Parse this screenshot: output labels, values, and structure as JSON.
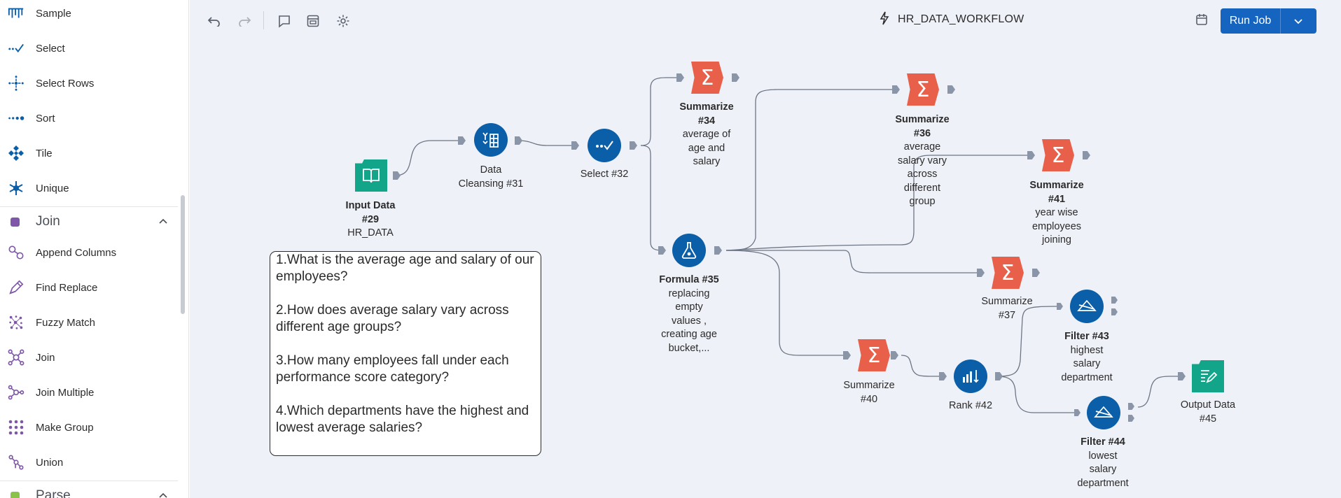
{
  "sidebar": {
    "items": [
      {
        "label": "Sample",
        "icon": "sample-icon"
      },
      {
        "label": "Select",
        "icon": "select-icon"
      },
      {
        "label": "Select Rows",
        "icon": "select-rows-icon"
      },
      {
        "label": "Sort",
        "icon": "sort-icon"
      },
      {
        "label": "Tile",
        "icon": "tile-icon"
      },
      {
        "label": "Unique",
        "icon": "unique-icon"
      }
    ],
    "join_group": {
      "label": "Join",
      "color": "#7e57a8",
      "items": [
        {
          "label": "Append Columns",
          "icon": "append-columns-icon"
        },
        {
          "label": "Find Replace",
          "icon": "find-replace-icon"
        },
        {
          "label": "Fuzzy Match",
          "icon": "fuzzy-match-icon"
        },
        {
          "label": "Join",
          "icon": "join-icon"
        },
        {
          "label": "Join Multiple",
          "icon": "join-multiple-icon"
        },
        {
          "label": "Make Group",
          "icon": "make-group-icon"
        },
        {
          "label": "Union",
          "icon": "union-icon"
        }
      ]
    },
    "parse_group": {
      "label": "Parse",
      "color": "#8bc34a"
    }
  },
  "toolbar": {
    "workflow_title": "HR_DATA_WORKFLOW",
    "run_job_label": "Run Job",
    "icons": [
      "undo-icon",
      "redo-icon",
      "comment-icon",
      "preview-icon",
      "settings-icon",
      "schedule-icon"
    ]
  },
  "colors": {
    "accent": "#1565c0",
    "summarize": "#e8604a",
    "tool_blue": "#0b5ea8",
    "io_green": "#13a589",
    "canvas_bg": "#eef1f7"
  },
  "nodes": {
    "input29": {
      "name": "Input Data",
      "num": "#29",
      "desc": "HR_DATA"
    },
    "cleanse31": {
      "name": "Data",
      "name2": "Cleansing #31"
    },
    "select32": {
      "name": "Select #32"
    },
    "summ34": {
      "name": "Summarize",
      "num": "#34",
      "desc": [
        "average of",
        "age and",
        "salary"
      ]
    },
    "summ36": {
      "name": "Summarize",
      "num": "#36",
      "desc": [
        "average",
        "salary vary",
        "across",
        "different",
        "group"
      ]
    },
    "summ41": {
      "name": "Summarize",
      "num": "#41",
      "desc": [
        "year wise",
        "employees",
        "joining"
      ]
    },
    "formula35": {
      "name": "Formula #35",
      "desc": [
        "replacing",
        "empty",
        "values ,",
        "creating age",
        "bucket,..."
      ]
    },
    "summ37": {
      "name": "Summarize",
      "num": "#37"
    },
    "filter43": {
      "name": "Filter #43",
      "desc": [
        "highest",
        "salary",
        "department"
      ]
    },
    "summ40": {
      "name": "Summarize",
      "num": "#40"
    },
    "rank42": {
      "name": "Rank #42"
    },
    "output45": {
      "name": "Output Data",
      "num": "#45"
    },
    "filter44": {
      "name": "Filter #44",
      "desc": [
        "lowest",
        "salary",
        "department"
      ]
    }
  },
  "comment": {
    "questions": [
      "1.What is the average age and salary of our employees?",
      "2.How does average salary vary across different age groups?",
      "3.How many employees fall under each performance score category?",
      "4.Which departments have the highest and lowest average salaries?"
    ]
  }
}
